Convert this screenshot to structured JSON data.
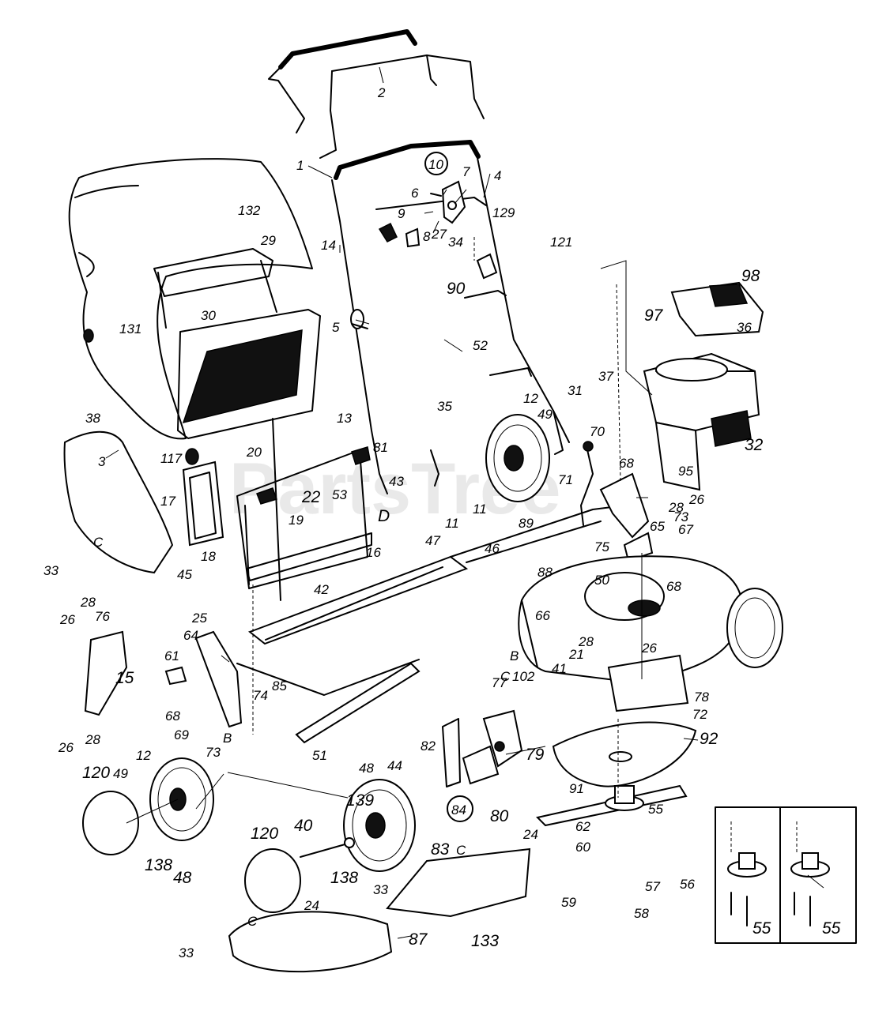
{
  "watermark": "PartsTree",
  "labels": {
    "l1": "1",
    "l2": "2",
    "l3": "3",
    "l4": "4",
    "l5": "5",
    "l6": "6",
    "l7": "7",
    "l8": "8",
    "l9": "9",
    "l10": "10",
    "l11a": "11",
    "l11b": "11",
    "l12a": "12",
    "l12b": "12",
    "l13": "13",
    "l14": "14",
    "l15": "15",
    "l16": "16",
    "l17": "17",
    "l18": "18",
    "l19": "19",
    "l20": "20",
    "l21": "21",
    "l22": "22",
    "l24a": "24",
    "l24b": "24",
    "l25": "25",
    "l26a": "26",
    "l26b": "26",
    "l26c": "26",
    "l26d": "26",
    "l27": "27",
    "l28a": "28",
    "l28b": "28",
    "l28c": "28",
    "l28d": "28",
    "l29": "29",
    "l30": "30",
    "l31": "31",
    "l32": "32",
    "l33a": "33",
    "l33b": "33",
    "l33c": "33",
    "l34": "34",
    "l35": "35",
    "l36": "36",
    "l37": "37",
    "l38": "38",
    "l40": "40",
    "l41": "41",
    "l42": "42",
    "l43": "43",
    "l44": "44",
    "l45": "45",
    "l46": "46",
    "l47": "47",
    "l48a": "48",
    "l48b": "48",
    "l49a": "49",
    "l49b": "49",
    "l50": "50",
    "l51": "51",
    "l52": "52",
    "l53": "53",
    "l55a": "55",
    "l55b": "55",
    "l55c": "55",
    "l56": "56",
    "l57": "57",
    "l58": "58",
    "l59": "59",
    "l60": "60",
    "l61": "61",
    "l62": "62",
    "l64": "64",
    "l65": "65",
    "l66": "66",
    "l67": "67",
    "l68a": "68",
    "l68b": "68",
    "l68c": "68",
    "l69": "69",
    "l70": "70",
    "l71": "71",
    "l72": "72",
    "l73a": "73",
    "l73b": "73",
    "l74": "74",
    "l75": "75",
    "l76": "76",
    "l77": "77",
    "l78": "78",
    "l79": "79",
    "l80": "80",
    "l81": "81",
    "l82": "82",
    "l83": "83",
    "l84": "84",
    "l85": "85",
    "l87": "87",
    "l88": "88",
    "l89": "89",
    "l90": "90",
    "l91": "91",
    "l92": "92",
    "l95": "95",
    "l97": "97",
    "l98": "98",
    "l102": "102",
    "l117": "117",
    "l120a": "120",
    "l120b": "120",
    "l121": "121",
    "l129": "129",
    "l131": "131",
    "l132": "132",
    "l133": "133",
    "l138a": "138",
    "l138b": "138",
    "l139": "139",
    "lB1": "B",
    "lB2": "B",
    "lC1": "C",
    "lC2": "C",
    "lC3": "C",
    "lC4": "C",
    "lD": "D"
  }
}
